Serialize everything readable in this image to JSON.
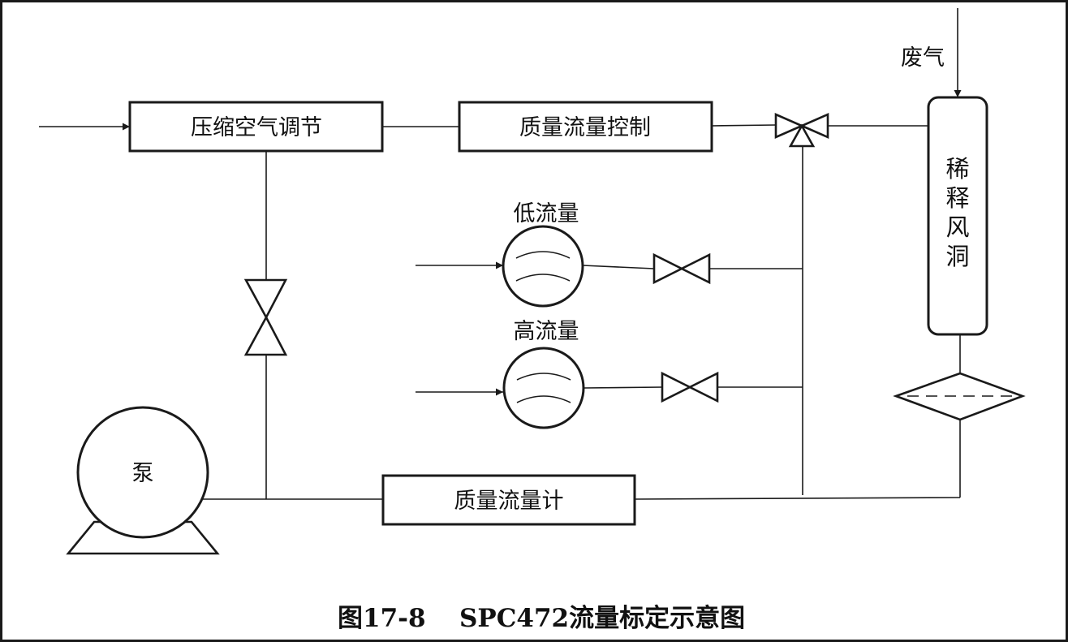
{
  "labels": {
    "compressed_air": "压缩空气调节",
    "mass_flow_control": "质量流量控制",
    "exhaust": "废气",
    "dilution_tunnel": [
      "稀",
      "释",
      "风",
      "洞"
    ],
    "low_flow": "低流量",
    "high_flow": "高流量",
    "pump": "泵",
    "mass_flow_meter": "质量流量计"
  },
  "caption": {
    "number": "图17-8",
    "title": "SPC472流量标定示意图"
  }
}
